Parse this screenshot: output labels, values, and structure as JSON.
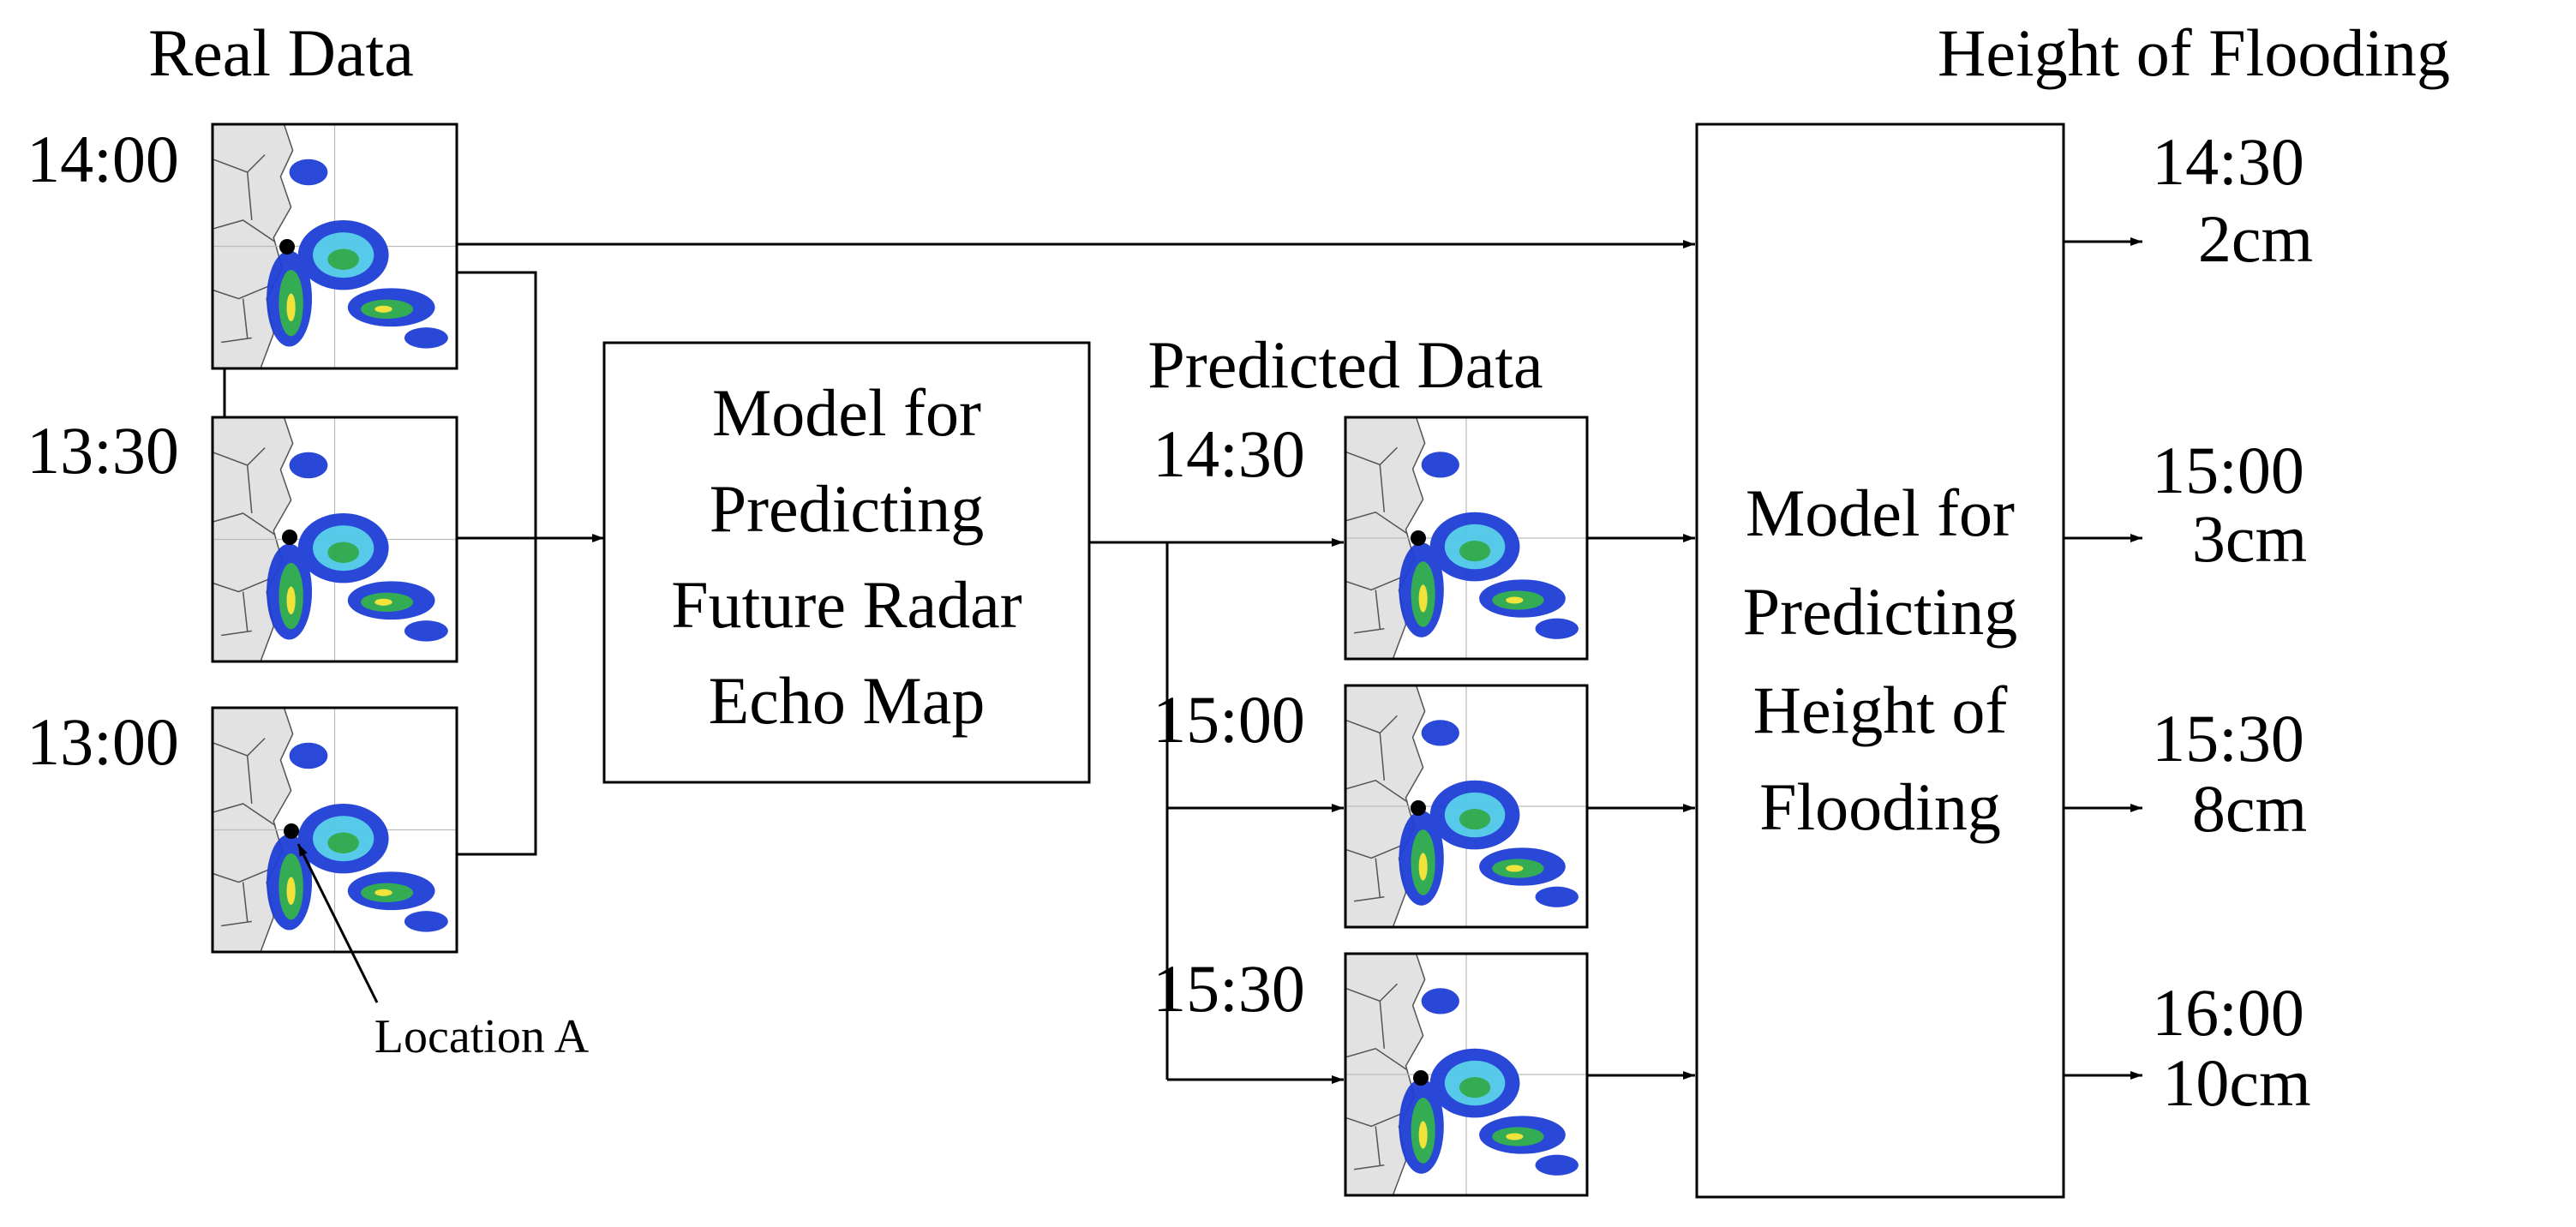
{
  "titles": {
    "real_data": "Real Data",
    "predicted_data": "Predicted Data",
    "height_of_flooding": "Height of Flooding"
  },
  "real_data": {
    "times": [
      "14:00",
      "13:30",
      "13:00"
    ],
    "location_label": "Location A"
  },
  "radar_model": {
    "lines": [
      "Model for",
      "Predicting",
      "Future Radar",
      "Echo Map"
    ]
  },
  "predicted_data": {
    "times": [
      "14:30",
      "15:00",
      "15:30"
    ]
  },
  "flood_model": {
    "lines": [
      "Model for",
      "Predicting",
      "Height of",
      "Flooding"
    ]
  },
  "outputs": [
    {
      "time": "14:30",
      "height": "2cm"
    },
    {
      "time": "15:00",
      "height": "3cm"
    },
    {
      "time": "15:30",
      "height": "8cm"
    },
    {
      "time": "16:00",
      "height": "10cm"
    }
  ],
  "colors": {
    "line": "#000000",
    "land": "#e2e2e2",
    "sea": "#ffffff",
    "echo_blue": "#1f3fd6",
    "echo_cyan": "#4fc8e8",
    "echo_green": "#2aa84a",
    "echo_yellow": "#f2e232"
  }
}
